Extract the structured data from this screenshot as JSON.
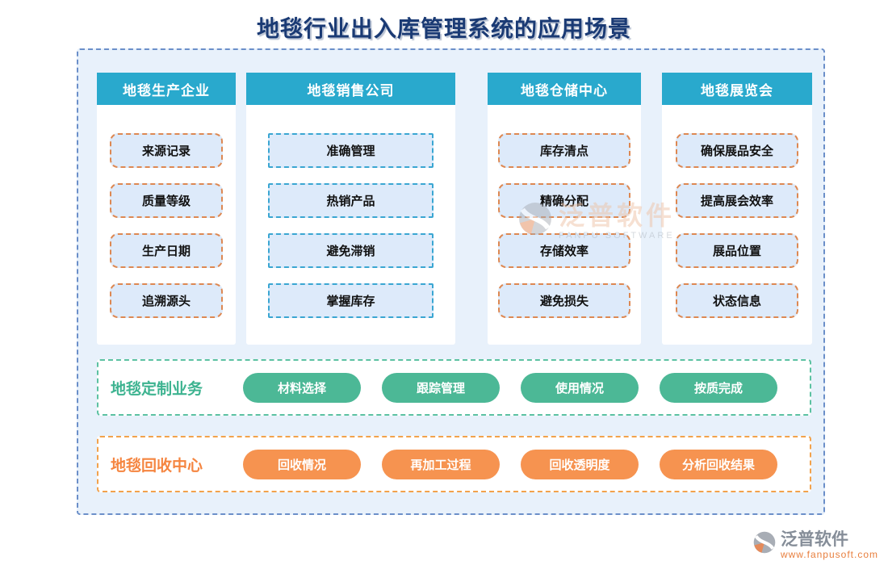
{
  "title": "地毯行业出入库管理系统的应用场景",
  "columns": [
    {
      "header": "地毯生产企业",
      "items": [
        "来源记录",
        "质量等级",
        "生产日期",
        "追溯源头"
      ]
    },
    {
      "header": "地毯销售公司",
      "items": [
        "准确管理",
        "热销产品",
        "避免滞销",
        "掌握库存"
      ]
    },
    {
      "header": "地毯仓储中心",
      "items": [
        "库存清点",
        "精确分配",
        "存储效率",
        "避免损失"
      ]
    },
    {
      "header": "地毯展览会",
      "items": [
        "确保展品安全",
        "提高展会效率",
        "展品位置",
        "状态信息"
      ]
    }
  ],
  "rows": [
    {
      "label": "地毯定制业务",
      "theme": "green",
      "buttons": [
        "材料选择",
        "跟踪管理",
        "使用情况",
        "按质完成"
      ]
    },
    {
      "label": "地毯回收中心",
      "theme": "orange",
      "buttons": [
        "回收情况",
        "再加工过程",
        "回收透明度",
        "分析回收结果"
      ]
    }
  ],
  "watermark": {
    "brand": "泛普软件",
    "subtitle": "FANPU SOFTWARE"
  },
  "footer": {
    "brand": "泛普软件",
    "url": "www.fanpusoft.com"
  },
  "colors": {
    "title_navy": "#1a3a74",
    "header_teal": "#29a9cd",
    "item_fill": "#ddeafa",
    "item_border_orange": "#dd8852",
    "item_border_blue": "#3aa6d2",
    "green_accent": "#4cb896",
    "orange_accent": "#f69350",
    "container_bg": "#e8f1fb",
    "container_border": "#6b8fc9"
  }
}
